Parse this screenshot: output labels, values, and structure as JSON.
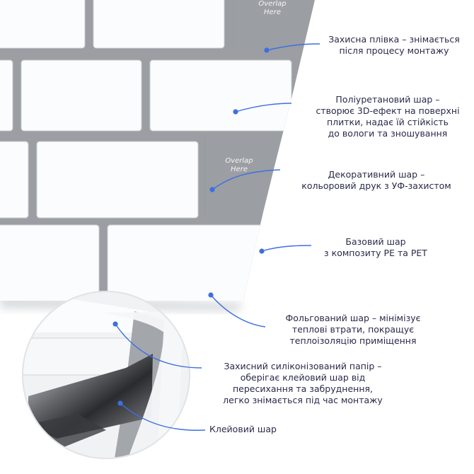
{
  "overlap_texts": [
    {
      "lines": [
        "Overlap",
        "Here"
      ]
    },
    {
      "lines": [
        "Overlap",
        "Here"
      ]
    }
  ],
  "labels": [
    {
      "lines": [
        "Захисна плівка – знімається",
        "після процесу монтажу"
      ]
    },
    {
      "lines": [
        "Поліуретановий шар –",
        "створює 3D-ефект на поверхні",
        "плитки, надає їй стійкість",
        "до вологи та зношування"
      ]
    },
    {
      "lines": [
        "Декоративний шар  –",
        "кольоровий друк з УФ-захистом"
      ]
    },
    {
      "lines": [
        "Базовий шар",
        "з композиту PE та PET"
      ]
    },
    {
      "lines": [
        "Фольгований шар – мінімізує",
        "теплові втрати, покращує",
        "теплоізоляцію приміщення"
      ]
    },
    {
      "lines": [
        "Захисний силіконізований папір –",
        "оберігає клейовий шар від",
        "пересихання та забруднення,",
        "легко знімається під час монтажу"
      ]
    },
    {
      "lines": [
        "Клейовий шар"
      ]
    }
  ],
  "colors": {
    "accent": "#3d6fe0",
    "panel_gray": "#9b9ea3",
    "tile_white": "#fbfcfd",
    "text": "#2a2a4a"
  }
}
